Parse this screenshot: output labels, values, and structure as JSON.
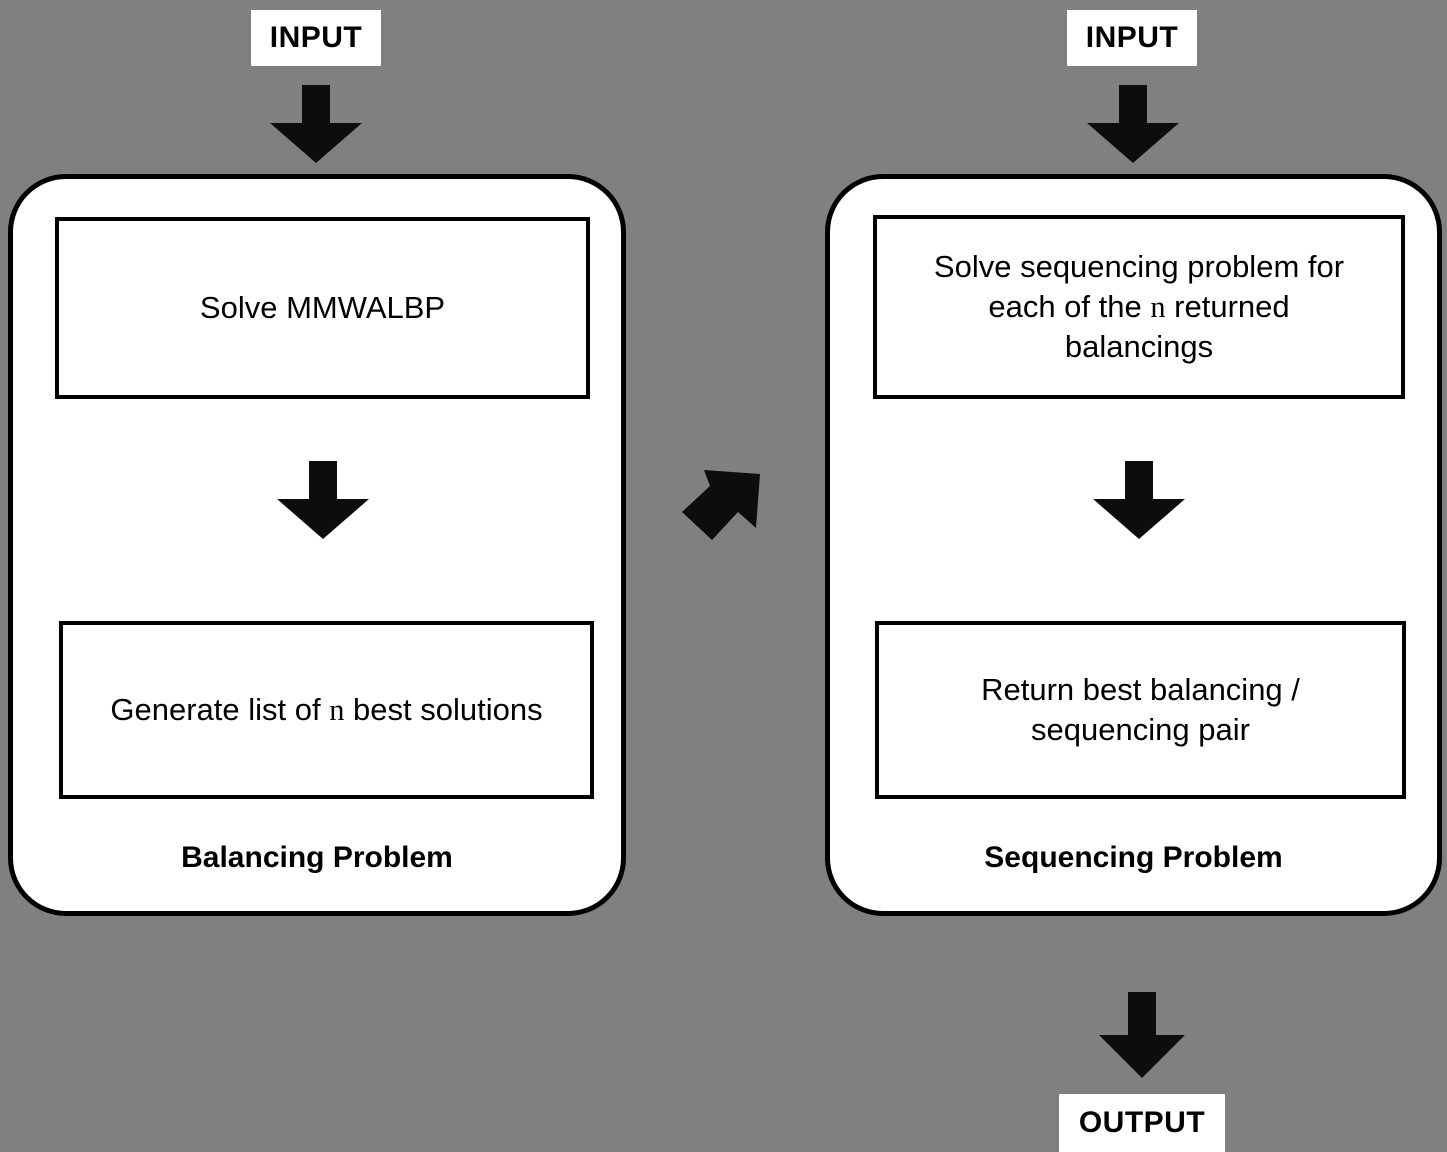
{
  "diagram": {
    "background_color": "#808080",
    "panel_fill": "#ffffff",
    "stroke_color": "#000000",
    "label_fill": "#ffffff"
  },
  "inputs": {
    "left_label": "INPUT",
    "right_label": "INPUT"
  },
  "output": {
    "label": "OUTPUT"
  },
  "left_panel": {
    "caption": "Balancing Problem",
    "box_top": {
      "text": "Solve MMWALBP"
    },
    "box_bottom": {
      "text_before_n": "Generate list of ",
      "n": "n",
      "text_after_n": " best solutions"
    }
  },
  "right_panel": {
    "caption": "Sequencing Problem",
    "box_top": {
      "line1": "Solve sequencing problem for",
      "line2_before_n": "each of the ",
      "n": "n",
      "line2_after_n": " returned",
      "line3": "balancings"
    },
    "box_bottom": {
      "line1": "Return best balancing /",
      "line2": "sequencing pair"
    }
  },
  "arrows": {
    "left_input_arrow": "arrow-down",
    "right_input_arrow": "arrow-down",
    "left_internal_arrow": "arrow-down",
    "right_internal_arrow": "arrow-down",
    "cross_panel_arrow": "arrow-up-right",
    "output_arrow": "arrow-down"
  }
}
